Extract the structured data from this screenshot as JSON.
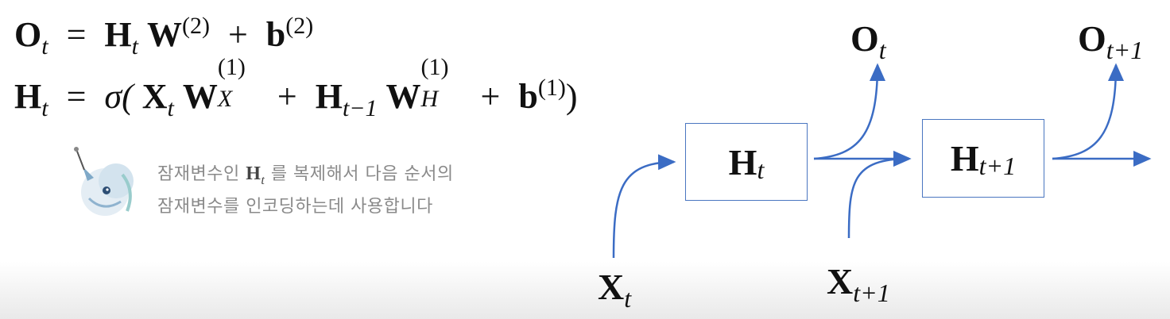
{
  "equations": {
    "eq1": {
      "lhs": "O",
      "lhs_sub": "t",
      "h": "H",
      "h_sub": "t",
      "w": "W",
      "w_sup": "(2)",
      "plus": "+",
      "b": "b",
      "b_sup": "(2)",
      "eq": "="
    },
    "eq2": {
      "lhs": "H",
      "lhs_sub": "t",
      "eq": "=",
      "sigma": "σ(",
      "x": "X",
      "x_sub": "t",
      "wx": "W",
      "wx_sup": "(1)",
      "wx_sub": "X",
      "plus1": "+",
      "h": "H",
      "h_sub": "t−1",
      "wh": "W",
      "wh_sup": "(1)",
      "wh_sub": "H",
      "plus2": "+",
      "b": "b",
      "b_sup": "(1)",
      "close": ")"
    }
  },
  "caption": {
    "line1_before": "잠재변수인 ",
    "var": "H",
    "var_sub": "t",
    "line1_after": " 를 복제해서 다음 순서의",
    "line2": "잠재변수를 인코딩하는데 사용합니다"
  },
  "diagram": {
    "box1": {
      "main": "H",
      "sub": "t"
    },
    "box2": {
      "main": "H",
      "sub": "t+1"
    },
    "out1": {
      "main": "O",
      "sub": "t"
    },
    "out2": {
      "main": "O",
      "sub": "t+1"
    },
    "in1": {
      "main": "X",
      "sub": "t"
    },
    "in2": {
      "main": "X",
      "sub": "t+1"
    },
    "arrow_color": "#3b6cc4",
    "box_border": "#4a76c0"
  },
  "mascot": {
    "icon": "unicorn-mascot-icon"
  }
}
